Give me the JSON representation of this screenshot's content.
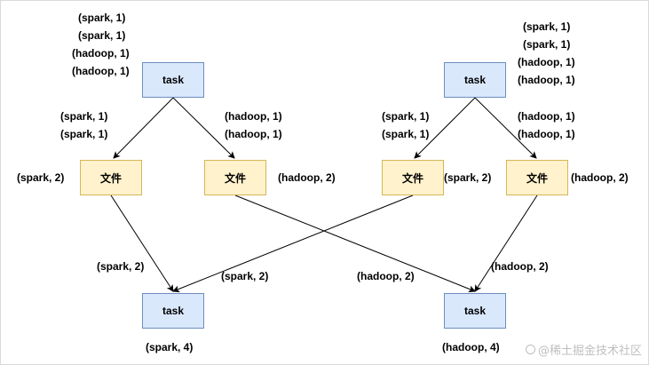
{
  "nodes": {
    "task_top_left": "task",
    "task_top_right": "task",
    "task_bottom_left": "task",
    "task_bottom_right": "task",
    "file_1": "文件",
    "file_2": "文件",
    "file_3": "文件",
    "file_4": "文件"
  },
  "labels": {
    "tl_input": [
      "(spark, 1)",
      "(spark, 1)",
      "(hadoop, 1)",
      "(hadoop, 1)"
    ],
    "tl_to_file1": [
      "(spark, 1)",
      "(spark, 1)"
    ],
    "tl_to_file2": [
      "(hadoop, 1)",
      "(hadoop, 1)"
    ],
    "file1_out": "(spark, 2)",
    "file2_out": "(hadoop, 2)",
    "tr_input": [
      "(spark, 1)",
      "(spark, 1)",
      "(hadoop, 1)",
      "(hadoop, 1)"
    ],
    "tr_to_file3": [
      "(spark, 1)",
      "(spark, 1)"
    ],
    "tr_to_file4": [
      "(hadoop, 1)",
      "(hadoop, 1)"
    ],
    "file3_out": "(spark, 2)",
    "file4_out": "(hadoop, 2)",
    "edge_file1_to_bl": "(spark, 2)",
    "edge_file3_to_bl": "(spark, 2)",
    "edge_file2_to_br": "(hadoop, 2)",
    "edge_file4_to_br": "(hadoop, 2)",
    "bl_result": "(spark, 4)",
    "br_result": "(hadoop, 4)"
  },
  "watermark": "@稀土掘金技术社区",
  "colors": {
    "task_fill": "#dae8fc",
    "task_stroke": "#6c8ebf",
    "file_fill": "#fff2cc",
    "file_stroke": "#d6b656",
    "edge": "#000000"
  }
}
